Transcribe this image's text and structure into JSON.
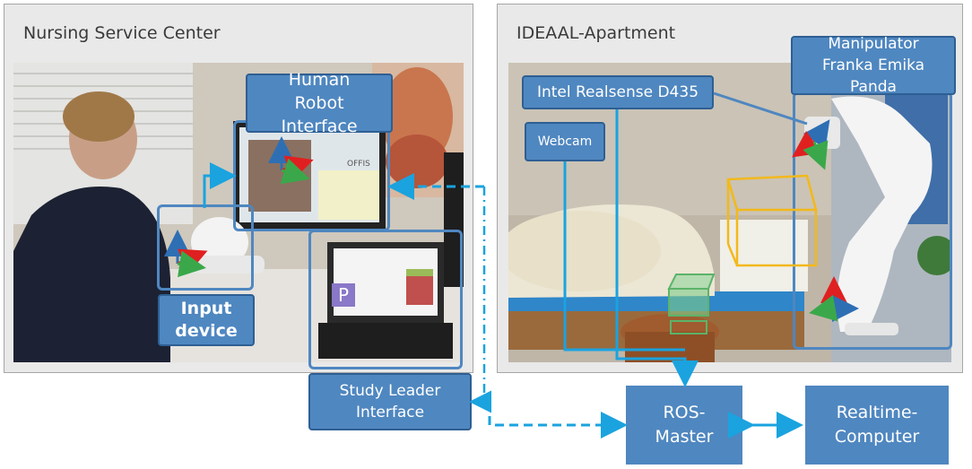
{
  "panels": {
    "left_title": "Nursing Service Center",
    "right_title": "IDEAAL-Apartment"
  },
  "labels": {
    "hri": "Human Robot Interface",
    "input_device": "Input device",
    "study_leader": "Study Leader Interface",
    "realsense": "Intel Realsense D435",
    "webcam": "Webcam",
    "manipulator": "Manipulator Franka Emika Panda"
  },
  "nodes": {
    "ros_master": "ROS-Master",
    "realtime": "Realtime-Computer"
  },
  "screen": {
    "hri_screen_text": "OFFIS",
    "laptop_badge": "P"
  },
  "colors": {
    "label_fill": "#4f87c0",
    "arrow": "#1aa3df",
    "panel": "#e9e9e9"
  }
}
